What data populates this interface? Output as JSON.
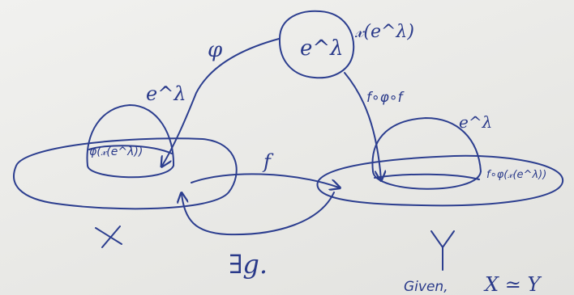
{
  "ink_color": "#2c3e8f",
  "paper_color": "#ececea",
  "labels": {
    "e_lambda_top": "e^λ",
    "x_of_e": "𝓍(e^λ)",
    "phi": "φ",
    "e_lambda_left": "e^λ",
    "phi_x_e": "φ(𝓍(e^λ))",
    "f": "f",
    "X": "X",
    "exists_g": "∃g.",
    "f_phi_f": "f∘φ∘f",
    "e_lambda_right": "e^λ",
    "f_phi_x_e": "f∘φ(𝓍(e^λ))",
    "Y": "Y",
    "given_word": "Given,",
    "given_relation": "X ≃ Y"
  }
}
